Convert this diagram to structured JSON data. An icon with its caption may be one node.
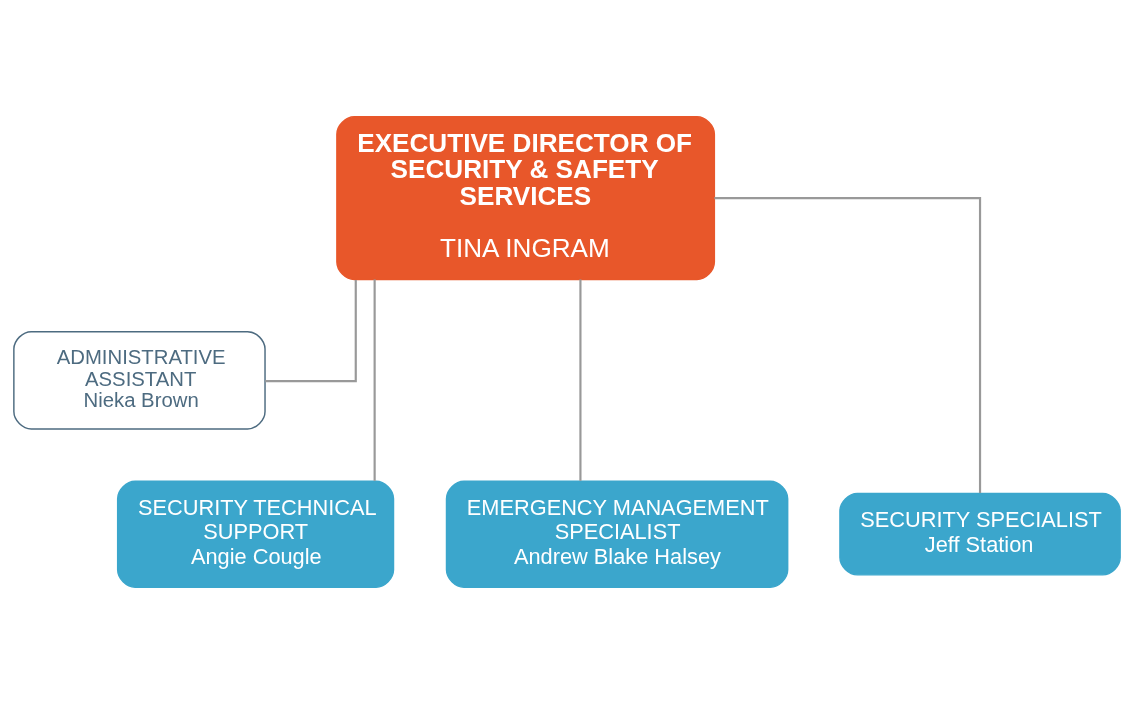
{
  "diagram": {
    "nodes": [
      {
        "text": [
          "EXECUTIVE DIRECTOR OF SECURITY & SAFETY SERVICES",
          "TINA INGRAM"
        ]
      },
      {
        "text": [
          "ADMINISTRATIVE ASSISTANT",
          "Nieka Brown"
        ]
      },
      {
        "text": [
          "SECURITY TECHNICAL SUPPORT",
          "Angie Cougle"
        ]
      },
      {
        "text": [
          "EMERGENCY MANAGEMENT SPECIALIST",
          "Andrew Blake Halsey"
        ]
      },
      {
        "text": [
          "SECURITY SPECIALIST",
          "Jeff Station"
        ]
      }
    ],
    "edges": [
      {
        "from": 0,
        "to": 1,
        "arrow": "none"
      },
      {
        "from": 0,
        "to": 2,
        "arrow": "none"
      },
      {
        "from": 0,
        "to": 3,
        "arrow": "none"
      },
      {
        "from": 0,
        "to": 4,
        "arrow": "none"
      }
    ]
  }
}
